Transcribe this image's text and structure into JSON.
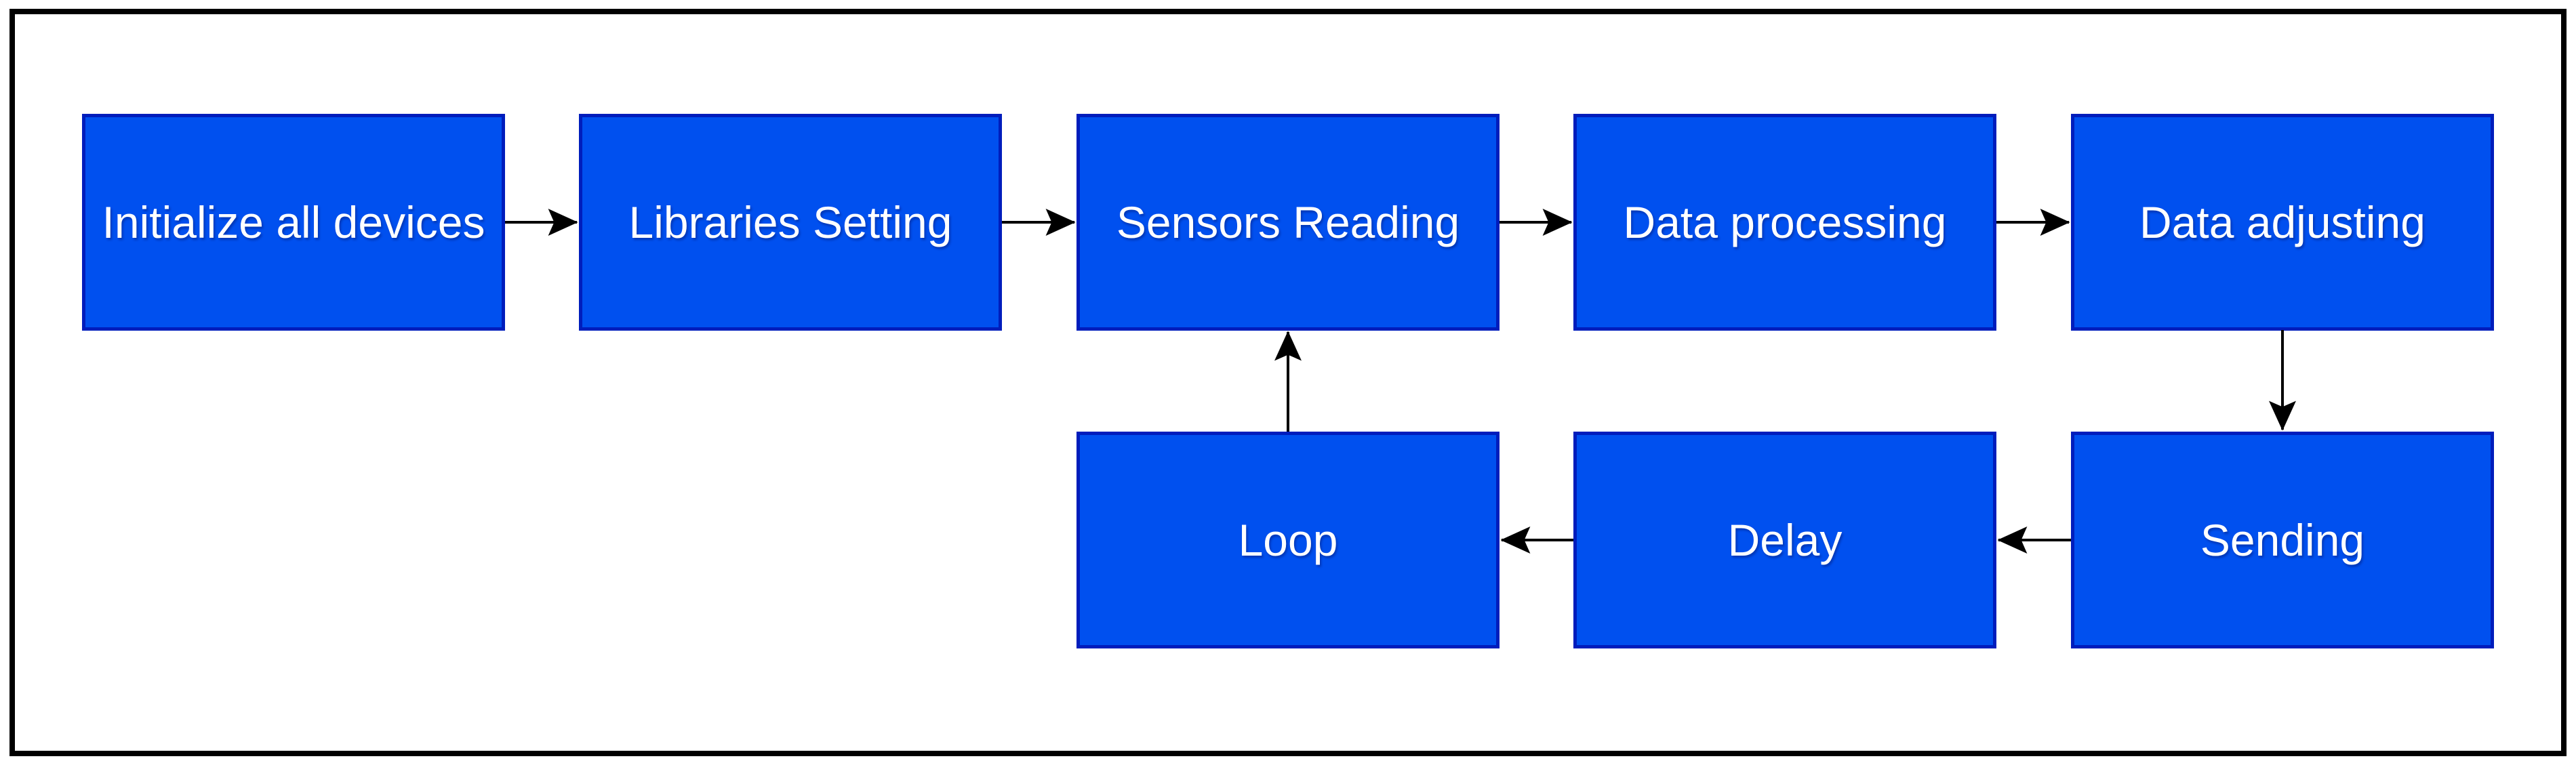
{
  "diagram": {
    "type": "flowchart",
    "title": "",
    "nodes": [
      {
        "id": "initialize",
        "label": "Initialize all devices"
      },
      {
        "id": "libraries",
        "label": "Libraries Setting"
      },
      {
        "id": "sensors",
        "label": "Sensors Reading"
      },
      {
        "id": "processing",
        "label": "Data processing"
      },
      {
        "id": "adjusting",
        "label": "Data adjusting"
      },
      {
        "id": "loop",
        "label": "Loop"
      },
      {
        "id": "delay",
        "label": "Delay"
      },
      {
        "id": "sending",
        "label": "Sending"
      }
    ],
    "edges": [
      {
        "from": "Initialize all devices",
        "to": "Libraries Setting",
        "direction": "right"
      },
      {
        "from": "Libraries Setting",
        "to": "Sensors Reading",
        "direction": "right"
      },
      {
        "from": "Sensors Reading",
        "to": "Data processing",
        "direction": "right"
      },
      {
        "from": "Data processing",
        "to": "Data adjusting",
        "direction": "right"
      },
      {
        "from": "Data adjusting",
        "to": "Sending",
        "direction": "down"
      },
      {
        "from": "Sending",
        "to": "Delay",
        "direction": "left"
      },
      {
        "from": "Delay",
        "to": "Loop",
        "direction": "left"
      },
      {
        "from": "Loop",
        "to": "Sensors Reading",
        "direction": "up"
      }
    ],
    "colors": {
      "node_fill": "#0050EF",
      "node_stroke": "#001DBC",
      "node_text": "#FFFFFF",
      "arrow": "#000000",
      "frame": "#000000",
      "background": "#FFFFFF"
    }
  }
}
